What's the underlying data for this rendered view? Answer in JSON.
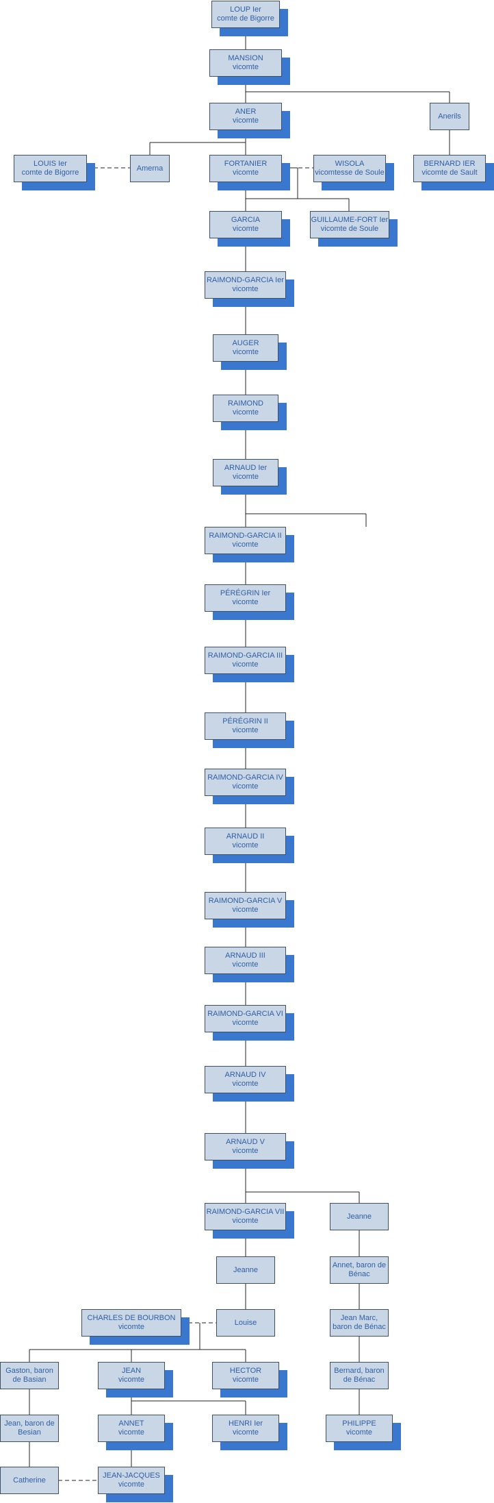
{
  "nodes": {
    "loup": {
      "name": "LOUP Ier",
      "title": "comte de Bigorre"
    },
    "mansion": {
      "name": "MANSION",
      "title": "vicomte"
    },
    "aner": {
      "name": "ANER",
      "title": "vicomte"
    },
    "anerils": {
      "name": "Anerils",
      "title": ""
    },
    "louis": {
      "name": "LOUIS Ier",
      "title": "comte de Bigorre"
    },
    "amerna": {
      "name": "Amerna",
      "title": ""
    },
    "fortanier": {
      "name": "FORTANIER",
      "title": "vicomte"
    },
    "wisola": {
      "name": "WISOLA",
      "title": "vicomtesse de Soule"
    },
    "bernard_sault": {
      "name": "BERNARD IER",
      "title": "vicomte de Sault"
    },
    "garcia": {
      "name": "GARCIA",
      "title": "vicomte"
    },
    "guillaume_fort": {
      "name": "GUILLAUME-FORT Ier",
      "title": "vicomte de Soule"
    },
    "rg1": {
      "name": "RAIMOND-GARCIA Ier",
      "title": "vicomte"
    },
    "auger": {
      "name": "AUGER",
      "title": "vicomte"
    },
    "raimond": {
      "name": "RAIMOND",
      "title": "vicomte"
    },
    "arnaud1": {
      "name": "ARNAUD Ier",
      "title": "vicomte"
    },
    "rg2": {
      "name": "RAIMOND-GARCIA II",
      "title": "vicomte"
    },
    "peregrin1": {
      "name": "PÉRÉGRIN Ier",
      "title": "vicomte"
    },
    "rg3": {
      "name": "RAIMOND-GARCIA III",
      "title": "vicomte"
    },
    "peregrin2": {
      "name": "PÉRÉGRIN II",
      "title": "vicomte"
    },
    "rg4": {
      "name": "RAIMOND-GARCIA IV",
      "title": "vicomte"
    },
    "arnaud2": {
      "name": "ARNAUD II",
      "title": "vicomte"
    },
    "rg5": {
      "name": "RAIMOND-GARCIA V",
      "title": "vicomte"
    },
    "arnaud3": {
      "name": "ARNAUD III",
      "title": "vicomte"
    },
    "rg6": {
      "name": "RAIMOND-GARCIA VI",
      "title": "vicomte"
    },
    "arnaud4": {
      "name": "ARNAUD IV",
      "title": "vicomte"
    },
    "arnaud5": {
      "name": "ARNAUD V",
      "title": "vicomte"
    },
    "rg7": {
      "name": "RAIMOND-GARCIA VII",
      "title": "vicomte"
    },
    "jeanne_r": {
      "name": "Jeanne",
      "title": ""
    },
    "jeanne_c": {
      "name": "Jeanne",
      "title": ""
    },
    "annet_benac": {
      "name": "Annet, baron de",
      "title": "Bénac"
    },
    "charles": {
      "name": "CHARLES DE BOURBON",
      "title": "vicomte"
    },
    "louise": {
      "name": "Louise",
      "title": ""
    },
    "jeanmarc": {
      "name": "Jean Marc,",
      "title": "baron de Bénac"
    },
    "gaston": {
      "name": "Gaston, baron",
      "title": "de Basian"
    },
    "jean": {
      "name": "JEAN",
      "title": "vicomte"
    },
    "hector": {
      "name": "HECTOR",
      "title": "vicomte"
    },
    "bernard_benac": {
      "name": "Bernard, baron",
      "title": "de Bénac"
    },
    "jean_basian": {
      "name": "Jean, baron de",
      "title": "Besian"
    },
    "annet": {
      "name": "ANNET",
      "title": "vicomte"
    },
    "henri": {
      "name": "HENRI Ier",
      "title": "vicomte"
    },
    "philippe": {
      "name": "PHILIPPE",
      "title": "vicomte"
    },
    "catherine": {
      "name": "Catherine",
      "title": ""
    },
    "jeanjacques": {
      "name": "JEAN-JACQUES",
      "title": "vicomte"
    }
  },
  "colors": {
    "node_fill": "#c8d6e6",
    "node_border": "#3f4f63",
    "node_text": "#2f5fa5",
    "shadow": "#3a78d0",
    "line": "#222222"
  }
}
